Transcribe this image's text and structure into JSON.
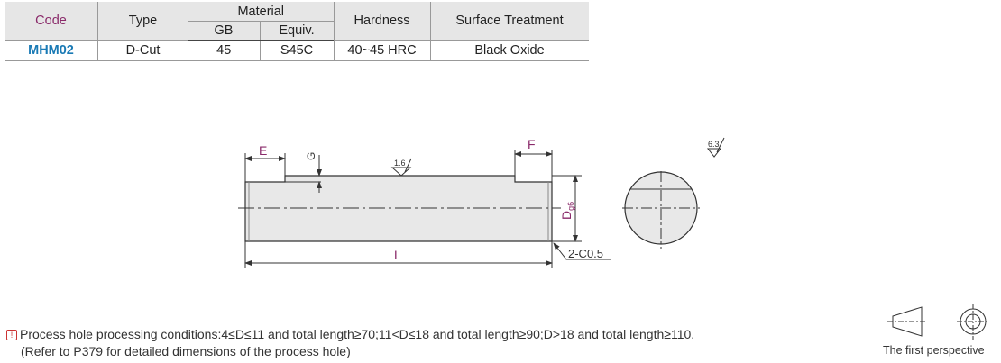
{
  "table": {
    "headers": {
      "code": "Code",
      "type": "Type",
      "material": "Material",
      "gb": "GB",
      "equiv": "Equiv.",
      "hardness": "Hardness",
      "surface": "Surface Treatment"
    },
    "row": {
      "code": "MHM02",
      "type": "D-Cut",
      "gb": "45",
      "equiv": "S45C",
      "hardness": "40~45 HRC",
      "surface": "Black Oxide"
    }
  },
  "drawing": {
    "E": "E",
    "F": "F",
    "G": "G",
    "L": "L",
    "D": "D",
    "D_sub": "g6",
    "chamfer": "2-C0.5",
    "rough1": "1.6",
    "rough2": "6.3"
  },
  "note": {
    "line1": "Process hole processing conditions:4≤D≤11 and total length≥70;11<D≤18 and total length≥90;D>18 and total length≥110.",
    "line2": "(Refer to P379 for detailed dimensions of the process hole)",
    "icon": "!"
  },
  "perspective": "The first perspective"
}
